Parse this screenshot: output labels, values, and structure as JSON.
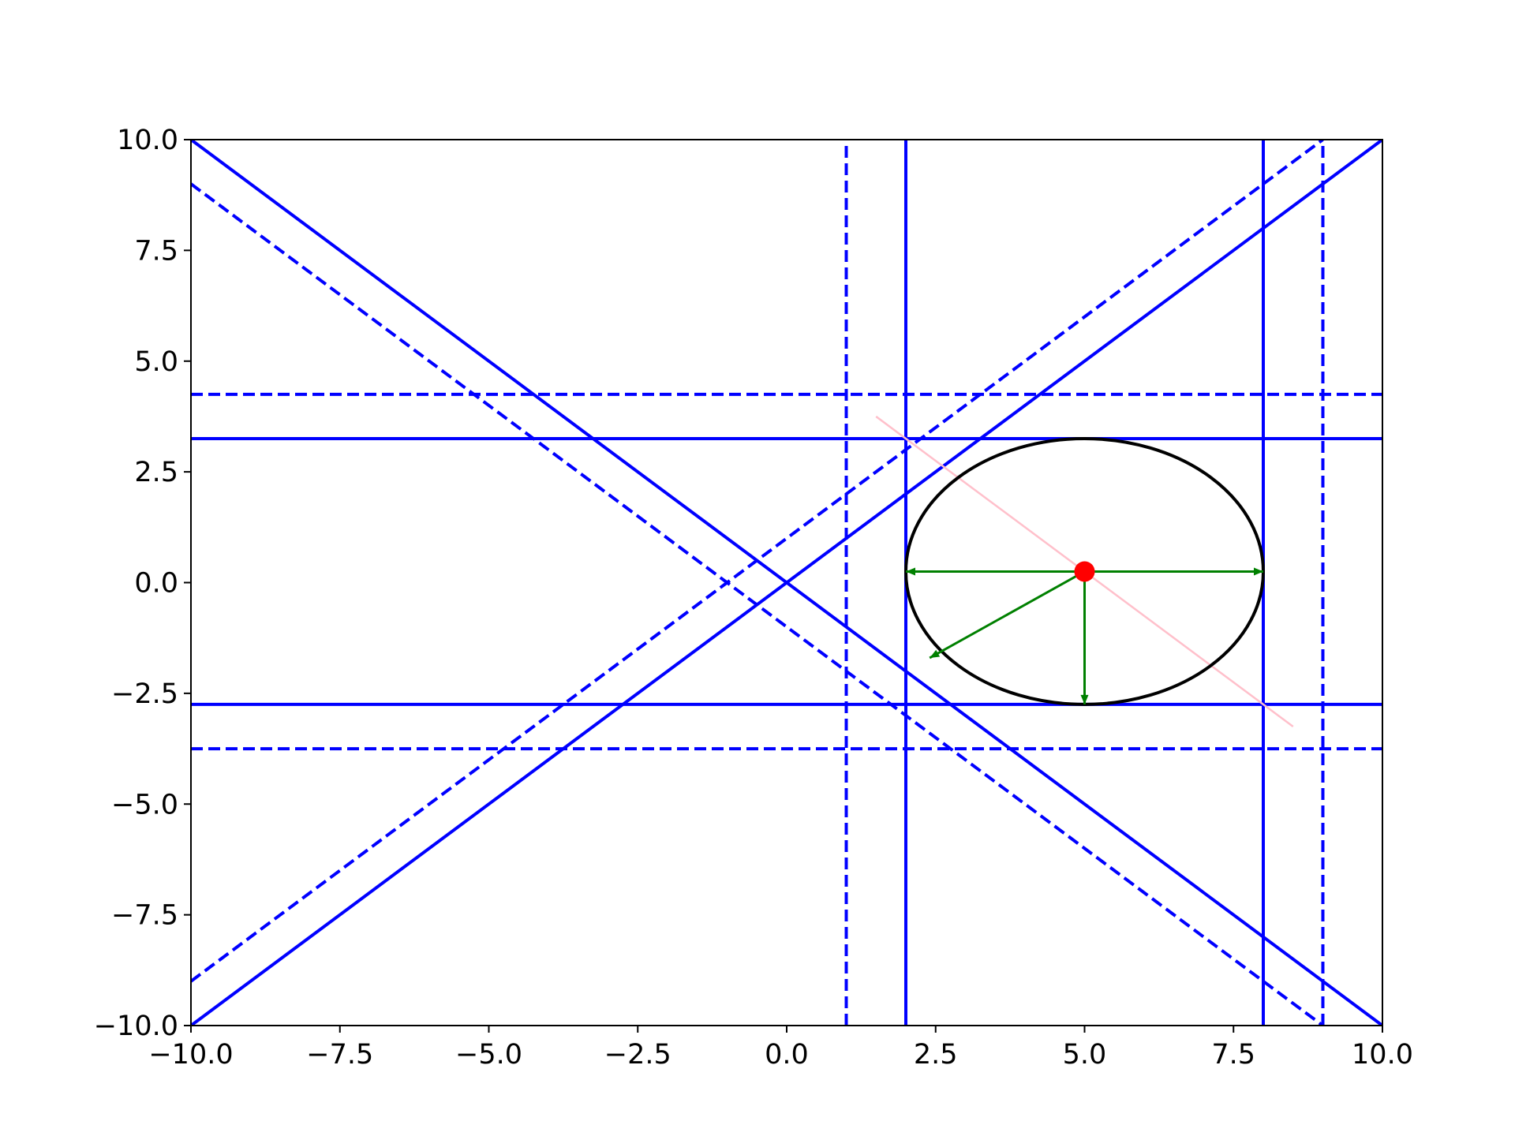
{
  "chart_data": {
    "type": "line",
    "title": "",
    "xlabel": "",
    "ylabel": "",
    "xlim": [
      -10,
      10
    ],
    "ylim": [
      -10,
      10
    ],
    "grid": false,
    "legend": "none",
    "xticks": [
      -10,
      -7.5,
      -5,
      -2.5,
      0,
      2.5,
      5,
      7.5,
      10
    ],
    "yticks": [
      -10,
      -7.5,
      -5,
      -2.5,
      0,
      2.5,
      5,
      7.5,
      10
    ],
    "xtick_labels": [
      "−10.0",
      "−7.5",
      "−5.0",
      "−2.5",
      "0.0",
      "2.5",
      "5.0",
      "7.5",
      "10.0"
    ],
    "ytick_labels": [
      "−10.0",
      "−7.5",
      "−5.0",
      "−2.5",
      "0.0",
      "2.5",
      "5.0",
      "7.5",
      "10.0"
    ],
    "series": [
      {
        "style": "solid",
        "color": "#0000ff",
        "x": [
          -10,
          10
        ],
        "y": [
          -10,
          10
        ]
      },
      {
        "style": "solid",
        "color": "#0000ff",
        "x": [
          -10,
          10
        ],
        "y": [
          10,
          -10
        ]
      },
      {
        "style": "dashed",
        "color": "#0000ff",
        "x": [
          -10,
          9
        ],
        "y": [
          -9,
          10
        ]
      },
      {
        "style": "dashed",
        "color": "#0000ff",
        "x": [
          -10,
          9
        ],
        "y": [
          9,
          -10
        ]
      },
      {
        "style": "solid",
        "color": "#0000ff",
        "x": [
          2,
          2
        ],
        "y": [
          -10,
          10
        ]
      },
      {
        "style": "solid",
        "color": "#0000ff",
        "x": [
          8,
          8
        ],
        "y": [
          -10,
          10
        ]
      },
      {
        "style": "dashed",
        "color": "#0000ff",
        "x": [
          1,
          1
        ],
        "y": [
          -10,
          10
        ]
      },
      {
        "style": "dashed",
        "color": "#0000ff",
        "x": [
          9,
          9
        ],
        "y": [
          -10,
          10
        ]
      },
      {
        "style": "solid",
        "color": "#0000ff",
        "x": [
          -10,
          10
        ],
        "y": [
          3.25,
          3.25
        ]
      },
      {
        "style": "solid",
        "color": "#0000ff",
        "x": [
          -10,
          10
        ],
        "y": [
          -2.75,
          -2.75
        ]
      },
      {
        "style": "dashed",
        "color": "#0000ff",
        "x": [
          -10,
          10
        ],
        "y": [
          4.25,
          4.25
        ]
      },
      {
        "style": "dashed",
        "color": "#0000ff",
        "x": [
          -10,
          10
        ],
        "y": [
          -3.75,
          -3.75
        ]
      },
      {
        "style": "solid",
        "color": "#ffc0cb",
        "x": [
          1.5,
          8.5
        ],
        "y": [
          3.75,
          -3.25
        ]
      }
    ],
    "ellipse": {
      "center": [
        5,
        0.25
      ],
      "rx": 3,
      "ry": 3,
      "color": "#000000"
    },
    "center_point": {
      "x": 5,
      "y": 0.25,
      "color": "#ff0000"
    },
    "arrows": [
      {
        "color": "#008000",
        "from": [
          5,
          0.25
        ],
        "to": [
          2,
          0.25
        ]
      },
      {
        "color": "#008000",
        "from": [
          5,
          0.25
        ],
        "to": [
          8,
          0.25
        ]
      },
      {
        "color": "#008000",
        "from": [
          5,
          0.25
        ],
        "to": [
          5,
          -2.75
        ]
      },
      {
        "color": "#008000",
        "from": [
          5,
          0.25
        ],
        "to": [
          2.4,
          -1.7
        ]
      }
    ]
  }
}
